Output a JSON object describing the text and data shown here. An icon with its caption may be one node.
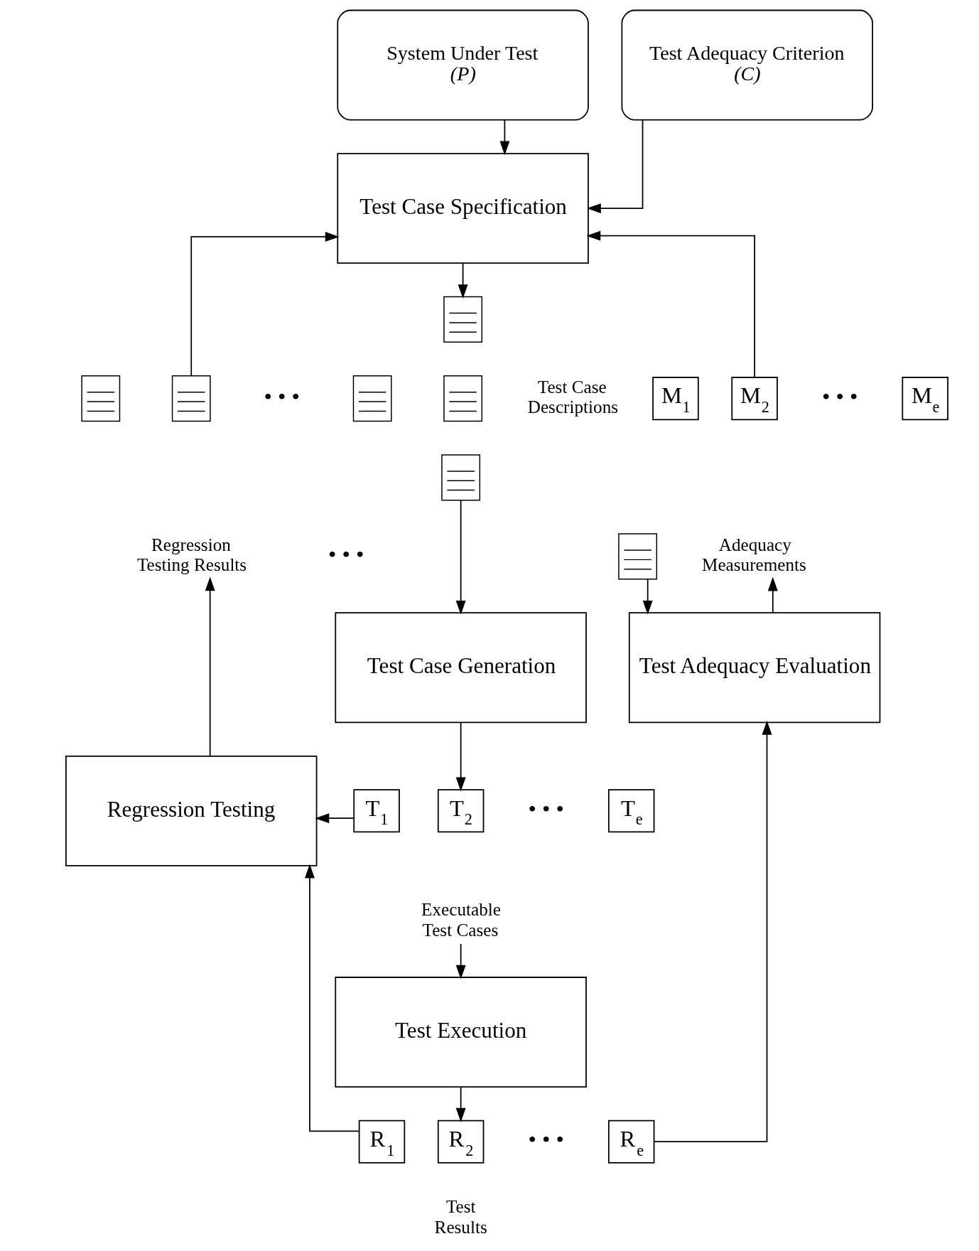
{
  "diagram": {
    "nodes": [
      {
        "text": [
          "System Under Test",
          "(P)"
        ]
      },
      {
        "text": [
          "Test Adequacy Criterion",
          "(C)"
        ]
      },
      {
        "text": [
          "Test Case Specification"
        ]
      },
      {
        "text": [],
        "shape": "document"
      },
      {
        "text": [],
        "shape": "document"
      },
      {
        "text": [],
        "shape": "document"
      },
      {
        "text": [
          "Regression Testing Results"
        ]
      },
      {
        "text": [],
        "shape": "document"
      },
      {
        "text": [],
        "shape": "document",
        "beside": [
          "Test Case Descriptions"
        ]
      },
      {
        "text": [],
        "shape": "document"
      },
      {
        "text": [
          "M$_{1}$"
        ]
      },
      {
        "text": [
          "M$_{2}$"
        ]
      },
      {
        "text": [
          "M$_{e}$"
        ]
      },
      {
        "text": [
          "Adequacy Measurements"
        ]
      },
      {
        "text": [],
        "shape": "document"
      },
      {
        "text": [
          "Test Case Generation"
        ]
      },
      {
        "text": [
          "Test Adequacy Evaluation"
        ]
      },
      {
        "text": [
          "Regression Testing"
        ]
      },
      {
        "text": [
          "T$_{1}$"
        ]
      },
      {
        "text": [
          "T$_{2}$"
        ]
      },
      {
        "text": [
          "T$_{e}$"
        ]
      },
      {
        "text": [
          "Executable Test Cases"
        ]
      },
      {
        "text": [
          "Test Execution"
        ]
      },
      {
        "text": [
          "R$_{1}$"
        ]
      },
      {
        "text": [
          "R$_{2}$"
        ],
        "beside": [
          "Test Results"
        ]
      },
      {
        "text": [
          "R$_{e}$"
        ]
      }
    ],
    "edges": [
      {
        "from": 0,
        "to": 2,
        "arrow": "to"
      },
      {
        "from": 1,
        "to": 2,
        "arrow": "to"
      },
      {
        "from": 4,
        "to": 2,
        "arrow": "to"
      },
      {
        "from": 11,
        "to": 2,
        "arrow": "to"
      },
      {
        "from": 2,
        "to": 7,
        "arrow": "to"
      },
      {
        "from": 9,
        "to": 15,
        "arrow": "to"
      },
      {
        "from": 14,
        "to": 16,
        "arrow": "to"
      },
      {
        "from": 16,
        "to": 13,
        "arrow": "to"
      },
      {
        "from": 15,
        "to": 19,
        "arrow": "to"
      },
      {
        "from": 18,
        "to": 17,
        "arrow": "to"
      },
      {
        "from": 17,
        "to": 6,
        "arrow": "to"
      },
      {
        "from": 21,
        "to": 22,
        "arrow": "to"
      },
      {
        "from": 22,
        "to": 24,
        "arrow": "to"
      },
      {
        "from": 23,
        "to": 17,
        "arrow": "to"
      },
      {
        "from": 25,
        "to": 16,
        "arrow": "to"
      }
    ],
    "labels": [
      "• • •",
      "• • •",
      "• • •",
      "• • •",
      "• • •"
    ]
  }
}
